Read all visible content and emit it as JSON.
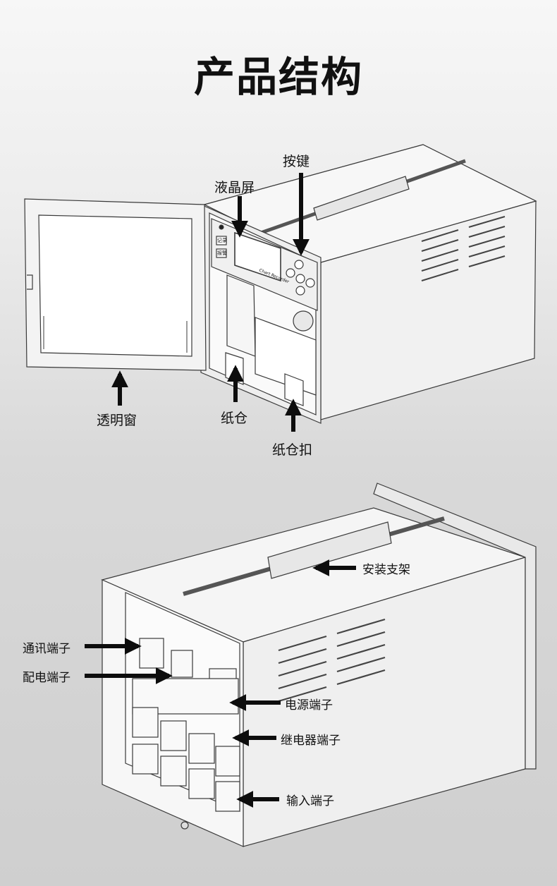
{
  "title": "产品结构",
  "front_view": {
    "labels": {
      "lcd": "液晶屏",
      "keys": "按键",
      "window": "透明窗",
      "paper_bin": "纸仓",
      "paper_latch": "纸仓扣"
    },
    "panel_text": {
      "brand": "Chart Recorder",
      "btn1": "记录",
      "btn2": "报警"
    }
  },
  "rear_view": {
    "labels": {
      "bracket": "安装支架",
      "comm": "通讯端子",
      "power_dist": "配电端子",
      "power": "电源端子",
      "relay": "继电器端子",
      "input": "输入端子"
    }
  },
  "colors": {
    "line": "#3a3a3a",
    "body": "#f4f4f4",
    "shade": "#e2e2e2",
    "arrow": "#0d0d0d"
  }
}
